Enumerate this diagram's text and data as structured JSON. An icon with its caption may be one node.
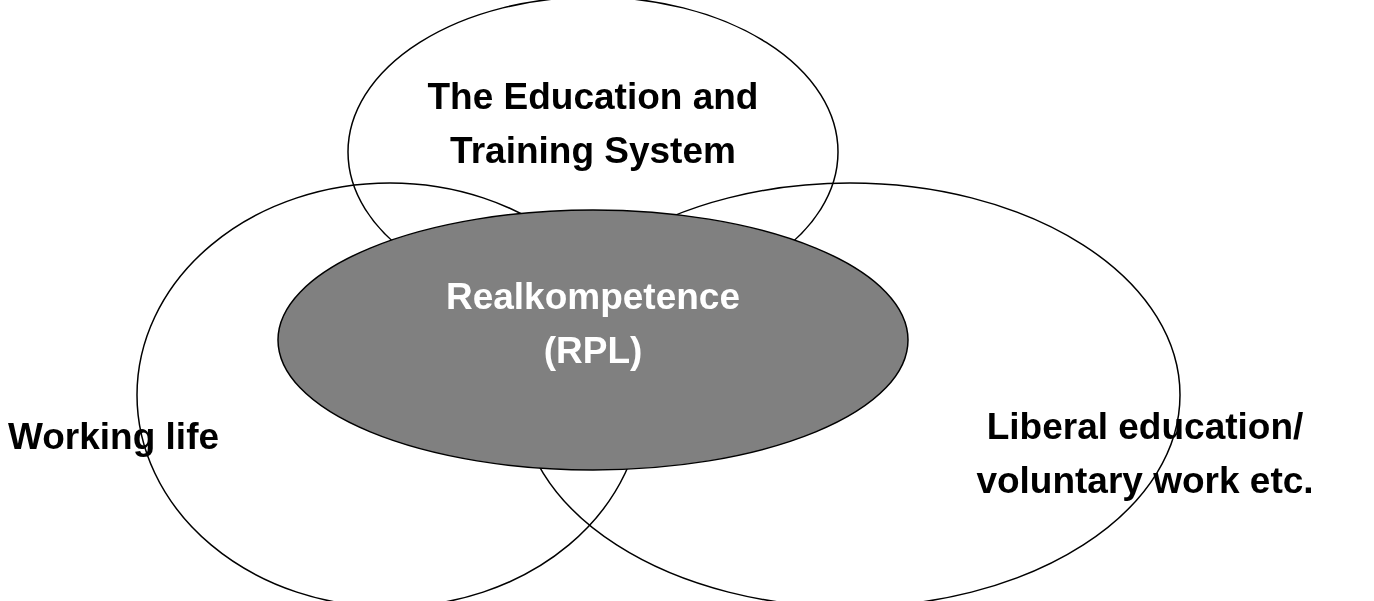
{
  "diagram": {
    "nodes": [
      {
        "text": [
          "The Education and Training System"
        ]
      },
      {
        "text": [
          "Realkompetence (RPL)"
        ]
      },
      {
        "text": [
          "Working life"
        ]
      },
      {
        "text": [
          "Liberal education/ voluntary work etc."
        ]
      }
    ]
  }
}
